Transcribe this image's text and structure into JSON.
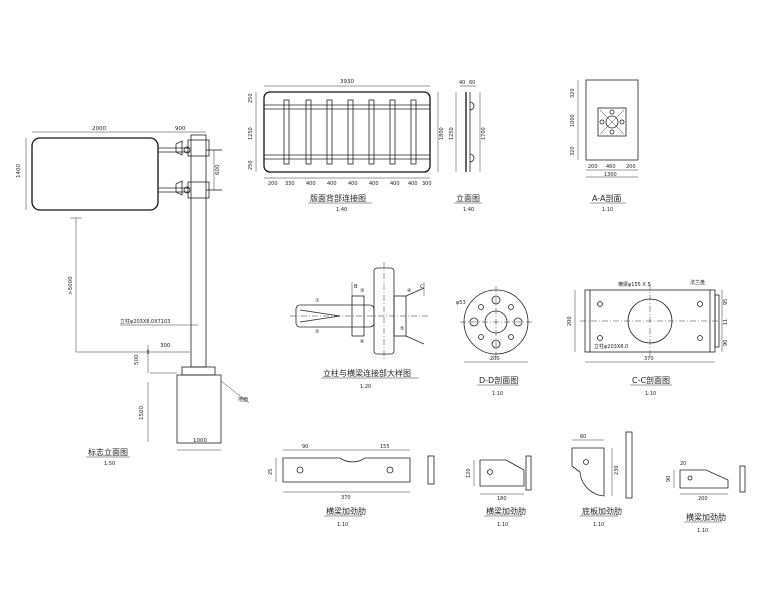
{
  "drawings": {
    "elevation": {
      "title": "标志立面图",
      "scale": "1:50",
      "dims": {
        "panel_width": "2000",
        "arm_length": "900",
        "panel_height": "1400",
        "arm_spacing": "600",
        "clearance": ">5000",
        "foundation_depth": "1500",
        "foundation_width": "1000",
        "top_offset": "300",
        "side_a": "500",
        "side_b": "3"
      },
      "notes": {
        "column": "立柱φ203X8.0X7103",
        "ground": "地面"
      }
    },
    "panel_back": {
      "title": "版面背部连接图",
      "scale": "1:40",
      "dims": {
        "total": "3930",
        "bottom": [
          "200",
          "330",
          "400",
          "400",
          "400",
          "400",
          "400",
          "400",
          "300"
        ],
        "left": [
          "250",
          "1250",
          "250"
        ],
        "right": "1800"
      }
    },
    "side": {
      "title": "立面图",
      "scale": "1:40",
      "dims": {
        "top": [
          "40",
          "60"
        ],
        "side": "1250",
        "side2": "1700"
      }
    },
    "section_aa": {
      "title": "A-A剖面",
      "scale": "1:10",
      "dims": {
        "left": [
          "320",
          "1000",
          "320"
        ],
        "bottom": [
          "200",
          "460",
          "200"
        ],
        "total": "1300"
      }
    },
    "joint": {
      "title": "立柱与横梁连接部大样图",
      "scale": "1:20",
      "markers": [
        "①",
        "②",
        "③",
        "④",
        "⑤",
        "⑥"
      ],
      "section_marks": [
        "B",
        "C"
      ]
    },
    "section_dd": {
      "title": "D-D剖面图",
      "scale": "1:10",
      "dims": {
        "hole": "φ53",
        "width": "200"
      }
    },
    "section_cc": {
      "title": "C-C剖面图",
      "scale": "1:10",
      "dims": {
        "width": "370",
        "height": "200",
        "side": [
          "95",
          "11",
          "90"
        ]
      },
      "notes": {
        "flange": "法兰盘",
        "rib": "横梁φ155 X 5",
        "bolt": "立柱φ203X8.0"
      }
    },
    "rib_plate": {
      "title": "横梁加劲肋",
      "scale": "1:10",
      "dims": {
        "width": "370",
        "left": "90",
        "right": "155",
        "height": "25"
      }
    },
    "col_rib": {
      "title": "横梁加劲肋",
      "scale": "1:10",
      "dims": {
        "height": "120",
        "width": "180"
      }
    },
    "stiffener": {
      "title": "底板加劲肋",
      "scale": "1:10",
      "dims": {
        "top": "60",
        "height": "230"
      }
    },
    "base_rib": {
      "title": "横梁加劲肋",
      "scale": "1:10",
      "dims": {
        "top": "20",
        "height": "90",
        "width": "200"
      }
    }
  }
}
